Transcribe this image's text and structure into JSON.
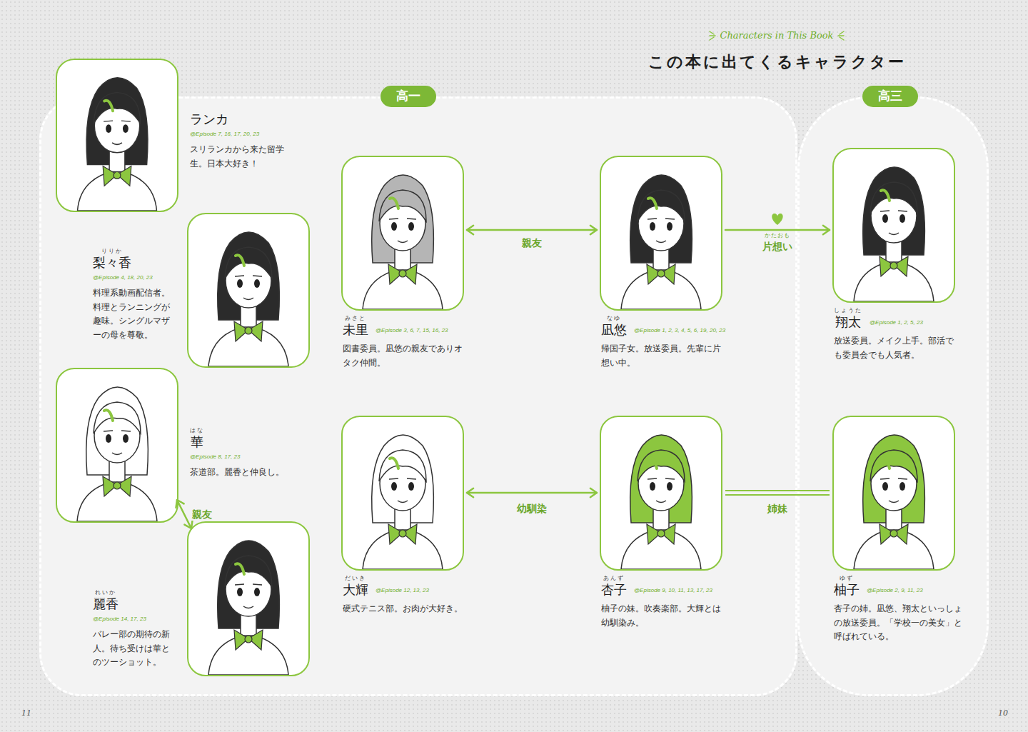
{
  "diagram": {
    "title": "この本に出てくるキャラクター",
    "nodes": [
      {
        "text": [
          "高一"
        ]
      },
      {
        "text": [
          "高三"
        ]
      },
      {
        "text": [
          "ランカ",
          "@Episode 7, 16, 17, 20, 23",
          "スリランカから来た留学生。日本大好き！"
        ],
        "in": 0
      },
      {
        "text": [
          "りりか",
          "梨々香",
          "@Episode 4, 18, 20, 23",
          "料理系動画配信者。料理とランニングが趣味。シングルマザーの母を尊敬。"
        ],
        "in": 0
      },
      {
        "text": [
          "はな",
          "華",
          "@Episode 8, 17, 23",
          "茶道部。麗香と仲良し。"
        ],
        "in": 0
      },
      {
        "text": [
          "れいか",
          "麗香",
          "@Episode 14, 17, 23",
          "バレー部の期待の新人。待ち受けは華とのツーショット。"
        ],
        "in": 0
      },
      {
        "text": [
          "みさと",
          "未里",
          "@Episode 3, 6, 7, 15, 16, 23",
          "図書委員。凪悠の親友でありオタク仲間。"
        ],
        "in": 0
      },
      {
        "text": [
          "なゆ",
          "凪悠",
          "@Episode 1, 2, 3, 4, 5, 6, 19, 20, 23",
          "帰国子女。放送委員。先輩に片想い中。"
        ],
        "in": 0
      },
      {
        "text": [
          "だいき",
          "大輝",
          "@Episode 12, 13, 23",
          "硬式テニス部。お肉が大好き。"
        ],
        "in": 0
      },
      {
        "text": [
          "あんず",
          "杏子",
          "@Episode 9, 10, 11, 13, 17, 23",
          "柚子の妹。吹奏楽部。大輝とは幼馴染み。"
        ],
        "in": 0
      },
      {
        "text": [
          "しょうた",
          "翔太",
          "@Episode 1, 2, 5, 23",
          "放送委員。メイク上手。部活でも委員会でも人気者。"
        ],
        "in": 1
      },
      {
        "text": [
          "ゆず",
          "柚子",
          "@Episode 2, 9, 11, 23",
          "杏子の姉。凪悠、翔太といっしょの放送委員。「学校一の美女」と呼ばれている。"
        ],
        "in": 1
      }
    ],
    "edges": [
      {
        "from": 6,
        "to": 7,
        "label": "親友",
        "arrow": "both"
      },
      {
        "from": 7,
        "to": 10,
        "label": "片想い",
        "arrow": "to"
      },
      {
        "from": 8,
        "to": 9,
        "label": "幼馴染",
        "arrow": "both"
      },
      {
        "from": 9,
        "to": 11,
        "label": "姉妹",
        "arrow": "none"
      },
      {
        "from": 4,
        "to": 5,
        "label": "親友",
        "arrow": "both"
      }
    ],
    "labels": [
      "Characters in This Book",
      "かたおも",
      "11",
      "10"
    ]
  }
}
